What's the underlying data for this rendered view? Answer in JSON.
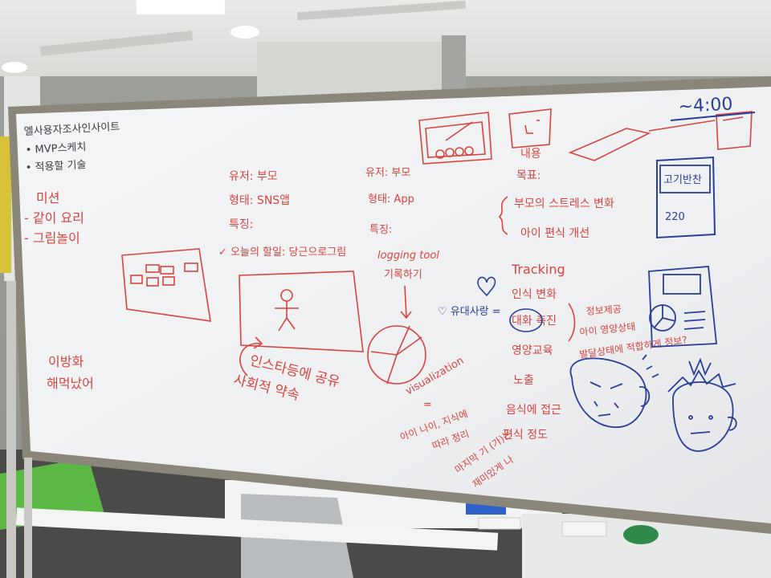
{
  "board": {
    "time_note": "~4:00",
    "left_header": [
      "엘사용자조사인사이트",
      "• MVP스케치",
      "• 적용할 기술"
    ],
    "mission": [
      "미션",
      "- 같이 요리",
      "- 그림놀이"
    ],
    "bottom_left": [
      "이방화",
      "해먹났어"
    ],
    "col1": [
      "유저: 부모",
      "형태: SNS앱",
      "특징:",
      "✓ 오늘의 할일: 당근으로그림"
    ],
    "col1_arrow_note": [
      "인스타등에 공유",
      "사회적 약속"
    ],
    "col2": [
      "유저: 부모",
      "형태: App",
      "특징:",
      "logging tool",
      "기록하기"
    ],
    "col2_bottom": [
      "visualization",
      "=",
      "아이 나이, 지식에",
      "따라 정리",
      "마지막 기 (가)는",
      "재미있게 나"
    ],
    "col3_top": [
      "내용"
    ],
    "col3_goal": [
      "목표:",
      "부모의 스트레스 변화",
      "아이 편식 개선"
    ],
    "col3_tracking": [
      "Tracking",
      "인식 변화",
      "대화 촉진",
      "영양교육",
      "노출",
      "음식에 접근",
      "편식 정도"
    ],
    "col3_info": [
      "정보제공",
      "아이 영양상태",
      "발달상태에 적합하게 정보?"
    ],
    "blue_heart": "♡ 유대사랑 =",
    "phone_labels": [
      "고기반찬",
      "220"
    ]
  }
}
